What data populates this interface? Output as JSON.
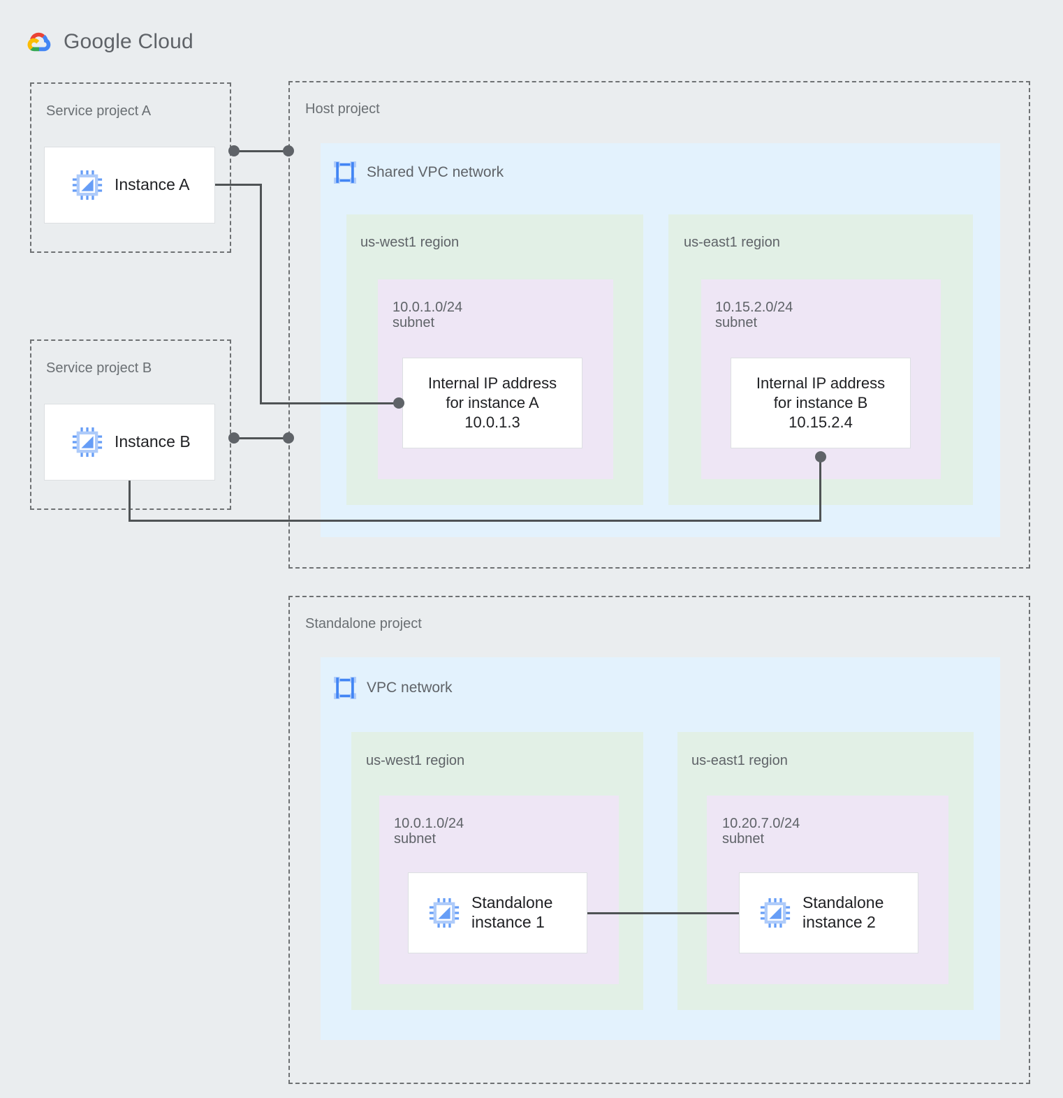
{
  "brand": {
    "name_bold": "Google",
    "name_light": " Cloud",
    "logo_icon": "google-cloud-logo",
    "colors": {
      "red": "#ea4335",
      "yellow": "#fbbc04",
      "green": "#34a853",
      "blue": "#4285f4",
      "text": "#5f6368"
    }
  },
  "palette": {
    "background": "#eaedef",
    "vpc_fill": "#e3f2fd",
    "region_fill": "#e2f0e6",
    "subnet_fill": "#eee6f5",
    "card_fill": "#ffffff",
    "dashed_border": "#6e7173",
    "connector": "#4f5355",
    "icon_blue": "#4285f4",
    "icon_blue_light": "#8ab4f8"
  },
  "projects": {
    "service_a": {
      "label": "Service project A",
      "instance": {
        "label": "Instance A",
        "icon": "compute-instance-icon"
      }
    },
    "service_b": {
      "label": "Service project B",
      "instance": {
        "label": "Instance B",
        "icon": "compute-instance-icon"
      }
    },
    "host": {
      "label": "Host project",
      "network": {
        "label": "Shared VPC network",
        "icon": "vpc-network-icon",
        "regions": [
          {
            "label": "us-west1 region",
            "subnet": {
              "label": "10.0.1.0/24\nsubnet",
              "cidr": "10.0.1.0/24",
              "card": {
                "text": "Internal IP address\nfor instance A\n10.0.1.3",
                "ip": "10.0.1.3"
              }
            }
          },
          {
            "label": "us-east1 region",
            "subnet": {
              "label": "10.15.2.0/24\nsubnet",
              "cidr": "10.15.2.0/24",
              "card": {
                "text": "Internal IP address\nfor instance B\n10.15.2.4",
                "ip": "10.15.2.4"
              }
            }
          }
        ]
      }
    },
    "standalone": {
      "label": "Standalone project",
      "network": {
        "label": "VPC network",
        "icon": "vpc-network-icon",
        "regions": [
          {
            "label": "us-west1 region",
            "subnet": {
              "label": "10.0.1.0/24\nsubnet",
              "cidr": "10.0.1.0/24",
              "card": {
                "text": "Standalone\ninstance 1",
                "icon": "compute-instance-icon"
              }
            }
          },
          {
            "label": "us-east1 region",
            "subnet": {
              "label": "10.20.7.0/24\nsubnet",
              "cidr": "10.20.7.0/24",
              "card": {
                "text": "Standalone\ninstance 2",
                "icon": "compute-instance-icon"
              }
            }
          }
        ]
      }
    }
  }
}
